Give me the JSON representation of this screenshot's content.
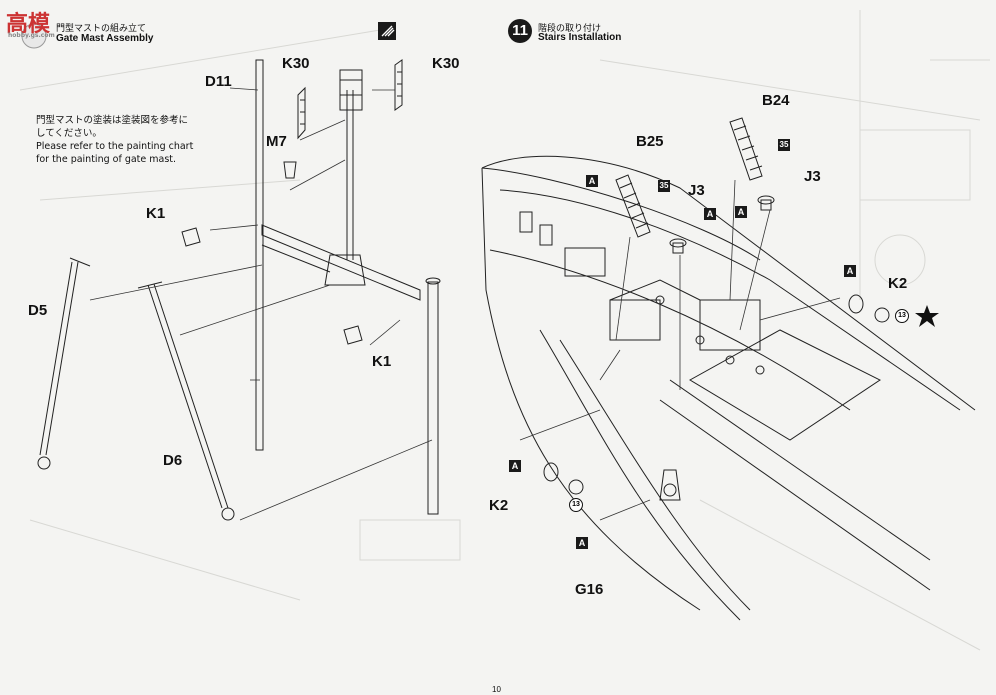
{
  "watermark": {
    "text": "高模",
    "sub": "hobby.gs.com",
    "color": "#cc3333"
  },
  "step10": {
    "title_jp": "門型マストの組み立て",
    "title_en": "Gate Mast Assembly",
    "note_jp_1": "門型マストの塗装は塗装図を参考に",
    "note_jp_2": "してください。",
    "note_en_1": "Please refer to the painting chart",
    "note_en_2": "for the painting of gate mast.",
    "labels": {
      "D11": "D11",
      "K30_left": "K30",
      "K30_right": "K30",
      "M7": "M7",
      "K1_top": "K1",
      "K1_bottom": "K1",
      "D5": "D5",
      "D6": "D6"
    }
  },
  "step11": {
    "number": "11",
    "title_jp": "階段の取り付け",
    "title_en": "Stairs Installation",
    "labels": {
      "B25": "B25",
      "B24": "B24",
      "J3_left": "J3",
      "J3_right": "J3",
      "K2_right": "K2",
      "K2_left": "K2",
      "G16": "G16"
    },
    "badge_A": "A",
    "badge_35": "35",
    "badge_13": "13"
  },
  "page_number": "10",
  "icon_names": [
    "gate-mast-icon",
    "star-icon",
    "stairs-icon",
    "hull-icon"
  ]
}
